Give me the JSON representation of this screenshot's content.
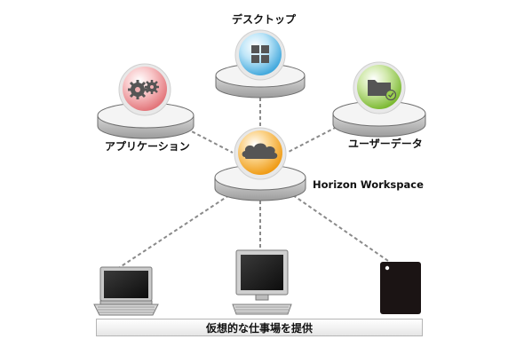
{
  "nodes": {
    "desktop": {
      "label": "デスクトップ",
      "icon": "windows-tiles-icon",
      "color": "#5ab6e4"
    },
    "applications": {
      "label": "アプリケーション",
      "icon": "gears-icon",
      "color": "#ec8f93"
    },
    "user_data": {
      "label": "ユーザーデータ",
      "icon": "folder-check-icon",
      "color": "#8cc63f"
    },
    "hub": {
      "label": "Horizon Workspace",
      "icon": "cloud-icon",
      "color": "#f4a51c"
    }
  },
  "devices": [
    {
      "type": "laptop",
      "icon": "laptop-icon"
    },
    {
      "type": "desktop-pc",
      "icon": "monitor-keyboard-icon"
    },
    {
      "type": "tablet",
      "icon": "tablet-icon"
    }
  ],
  "banner": {
    "text": "仮想的な仕事場を提供"
  },
  "colors": {
    "connector": "#8a8a8a",
    "platform_top": "#f4f4f4",
    "platform_edge": "#6e6e6e"
  }
}
